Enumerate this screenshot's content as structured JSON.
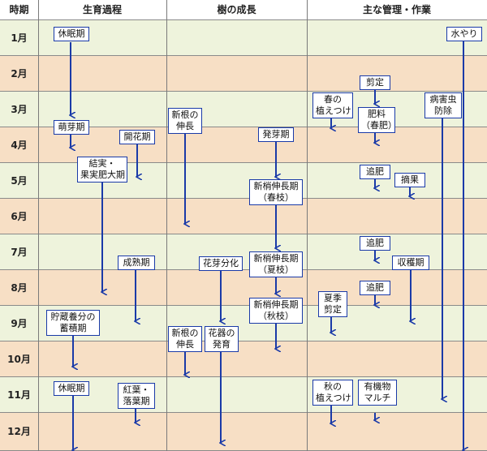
{
  "header": {
    "period": "時期",
    "growth": "生育過程",
    "tree": "樹の成長",
    "management": "主な管理・作業"
  },
  "months": [
    "1月",
    "2月",
    "3月",
    "4月",
    "5月",
    "6月",
    "7月",
    "8月",
    "9月",
    "10月",
    "11月",
    "12月"
  ],
  "labels": {
    "kyuminki": "休眠期",
    "houga": "萌芽期",
    "kaika": "開花期",
    "ketsujitsu_1": "結実・",
    "ketsujitsu_2": "果実肥大期",
    "seijuku": "成熟期",
    "chozo_1": "貯蔵養分の",
    "chozo_2": "蓄積期",
    "kyuminki2": "休眠期",
    "koyo_1": "紅葉・",
    "koyo_2": "落葉期",
    "shinkon_1": "新根の",
    "shinkon_2": "伸長",
    "hatsuga": "発芽期",
    "shinsho_spring_1": "新梢伸長期",
    "shinsho_spring_2": "（春枝）",
    "kagabunka": "花芽分化",
    "shinsho_summer_1": "新梢伸長期",
    "shinsho_summer_2": "（夏枝）",
    "shinsho_autumn_1": "新梢伸長期",
    "shinsho_autumn_2": "（秋枝）",
    "shinkon2_1": "新根の",
    "shinkon2_2": "伸長",
    "kaki_1": "花器の",
    "kaki_2": "発育",
    "mizuyari": "水やり",
    "sentei": "剪定",
    "haru_ue_1": "春の",
    "haru_ue_2": "植えつけ",
    "hiryo_1": "肥料",
    "hiryo_2": "（春肥）",
    "byogai_1": "病害虫",
    "byogai_2": "防除",
    "tsuihi1": "追肥",
    "tekika": "摘果",
    "tsuihi2": "追肥",
    "shukaku": "収穫期",
    "tsuihi3": "追肥",
    "kaki_sentei_1": "夏季",
    "kaki_sentei_2": "剪定",
    "aki_ue_1": "秋の",
    "aki_ue_2": "植えつけ",
    "yuki_1": "有機物",
    "yuki_2": "マルチ"
  },
  "colors": {
    "row_light": "#eef3dc",
    "row_dark": "#f7dfc5",
    "arrow": "#1a3aa8",
    "header_bg": "#ffffff"
  }
}
